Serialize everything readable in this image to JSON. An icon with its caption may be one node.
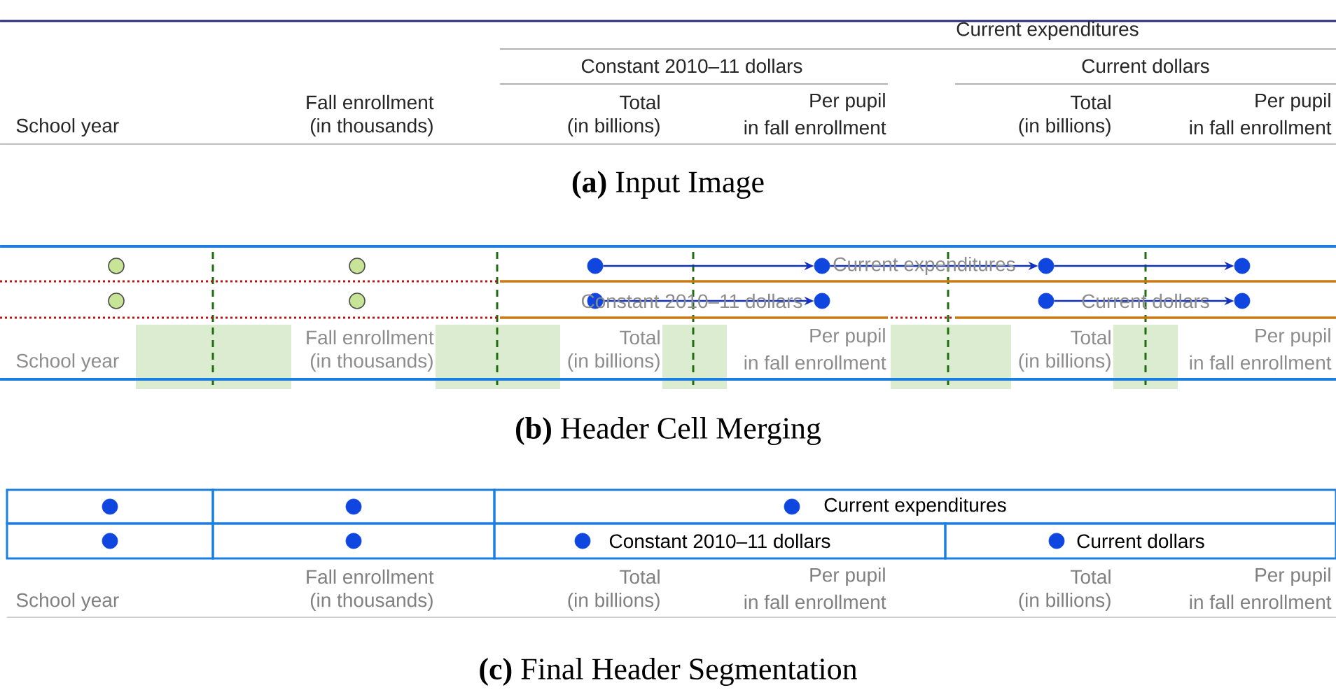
{
  "diagram": {
    "nodes": [
      {
        "text": [],
        "shape": "circle"
      },
      {
        "text": [],
        "shape": "circle"
      },
      {
        "text": [],
        "shape": "circle"
      },
      {
        "text": [],
        "shape": "circle"
      },
      {
        "text": [],
        "shape": "circle"
      },
      {
        "text": [],
        "shape": "circle"
      },
      {
        "text": [],
        "shape": "circle"
      },
      {
        "text": [],
        "shape": "circle"
      },
      {
        "text": [],
        "shape": "circle"
      },
      {
        "text": [],
        "shape": "circle"
      },
      {
        "text": [],
        "shape": "circle"
      },
      {
        "text": [],
        "shape": "circle"
      },
      {
        "text": [],
        "shape": "box"
      },
      {
        "text": [],
        "shape": "circle",
        "in": 12
      },
      {
        "text": [],
        "shape": "box"
      },
      {
        "text": [],
        "shape": "circle",
        "in": 14
      },
      {
        "text": [
          "Current expenditures"
        ]
      },
      {
        "text": [],
        "shape": "circle",
        "in": 16
      },
      {
        "text": [],
        "shape": "box"
      },
      {
        "text": [],
        "shape": "circle",
        "in": 18
      },
      {
        "text": [],
        "shape": "box"
      },
      {
        "text": [],
        "shape": "circle",
        "in": 20
      },
      {
        "text": [
          "Constant 2010–11 dollars"
        ]
      },
      {
        "text": [],
        "shape": "circle",
        "in": 22
      },
      {
        "text": [
          "Current dollars"
        ]
      },
      {
        "text": [],
        "shape": "circle",
        "in": 24
      }
    ],
    "edges": [
      {
        "from": 2,
        "to": 3,
        "arrow": "to"
      },
      {
        "from": 3,
        "to": 4,
        "arrow": "to"
      },
      {
        "from": 4,
        "to": 5,
        "arrow": "to"
      },
      {
        "from": 8,
        "to": 9,
        "arrow": "to"
      },
      {
        "from": 10,
        "to": 11,
        "arrow": "to"
      }
    ],
    "labels": [
      "Current expenditures",
      "Constant 2010–11 dollars",
      "Current dollars",
      "Fall enrollment",
      "Total",
      "Per pupil",
      "Total",
      "Per pupil",
      "School year",
      "(in thousands)",
      "(in billions)",
      "in fall enrollment",
      "(in billions)",
      "in fall enrollment",
      "**(a)** Input Image",
      "Current expenditures",
      "Constant 2010–11 dollars",
      "Current dollars",
      "Fall enrollment",
      "Total",
      "Per pupil",
      "Total",
      "Per pupil",
      "School year",
      "(in thousands)",
      "(in billions)",
      "in fall enrollment",
      "(in billions)",
      "in fall enrollment",
      "**(b)** Header Cell Merging",
      "Fall enrollment",
      "Total",
      "Per pupil",
      "Total",
      "Per pupil",
      "School year",
      "(in thousands)",
      "(in billions)",
      "in fall enrollment",
      "(in billions)",
      "in fall enrollment",
      "**(c)** Final Header Segmentation"
    ]
  }
}
